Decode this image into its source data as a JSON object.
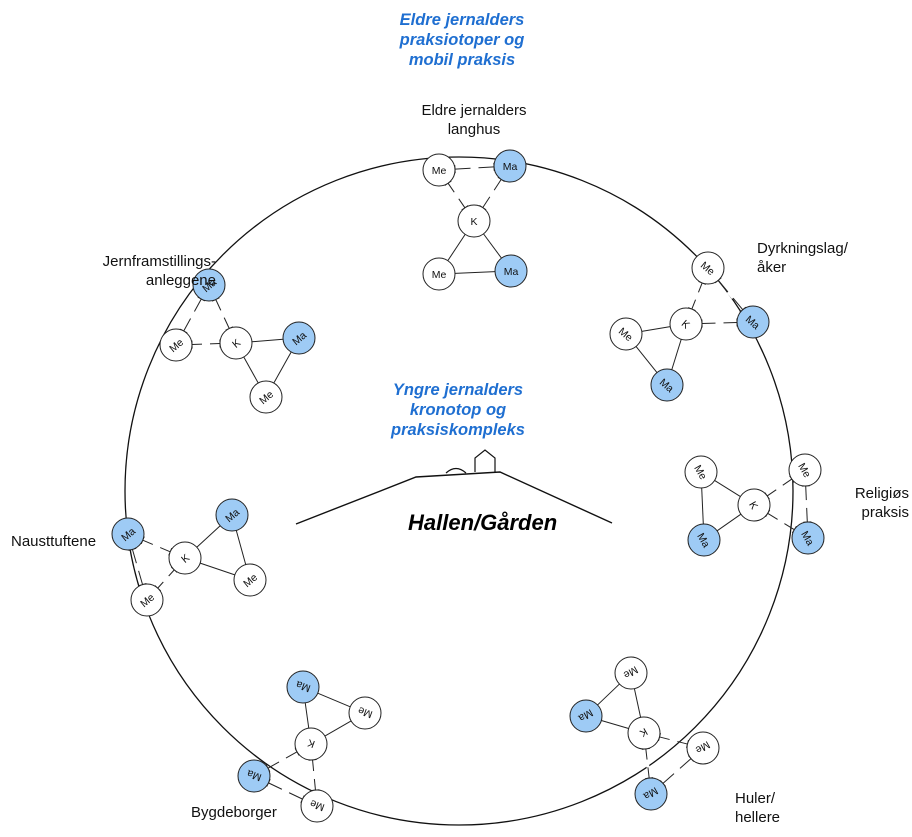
{
  "headings": {
    "top": "Eldre jernalders\npraksiotoper og\nmobil praksis",
    "center": "Yngre jernalders\nkronotop og\npraksiskompleks"
  },
  "center_label": "Hallen/Gården",
  "node_labels": {
    "K": "K",
    "Me": "Me",
    "Ma": "Ma"
  },
  "colors": {
    "highlight_node": "#9ecbf5",
    "plain_node": "#ffffff",
    "heading": "#1f6fd1",
    "line": "#222222"
  },
  "clusters": [
    {
      "id": "langhus",
      "label": "Eldre jernalders\nlanghus"
    },
    {
      "id": "dyrkning",
      "label": "Dyrkningslag/\nåker"
    },
    {
      "id": "religios",
      "label": "Religiøs\npraksis"
    },
    {
      "id": "huler",
      "label": "Huler/\nhellere"
    },
    {
      "id": "bygdeborger",
      "label": "Bygdeborger"
    },
    {
      "id": "naust",
      "label": "Nausttuftene"
    },
    {
      "id": "jern",
      "label": "Jernframstillings-\nanleggene"
    }
  ]
}
